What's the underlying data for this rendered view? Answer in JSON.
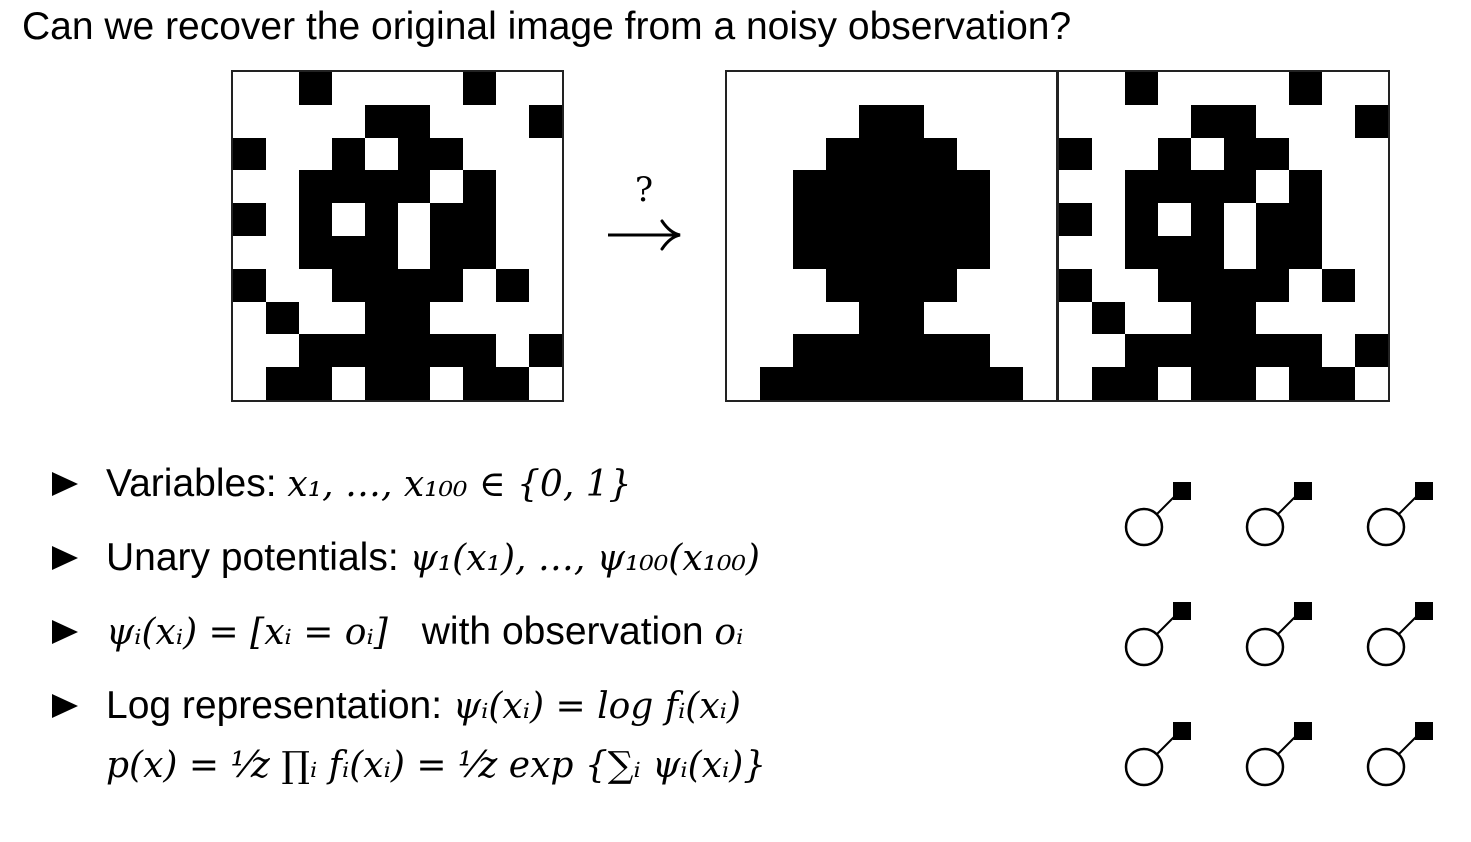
{
  "slide": {
    "title": "Can we recover the original image from a noisy observation?",
    "arrow_label": "?"
  },
  "images": {
    "grid_size": 10,
    "noisy": [
      [
        0,
        0,
        1,
        0,
        0,
        0,
        0,
        1,
        0,
        0
      ],
      [
        0,
        0,
        0,
        0,
        1,
        1,
        0,
        0,
        0,
        1
      ],
      [
        1,
        0,
        0,
        1,
        0,
        1,
        1,
        0,
        0,
        0
      ],
      [
        0,
        0,
        1,
        1,
        1,
        1,
        0,
        1,
        0,
        0
      ],
      [
        1,
        0,
        1,
        0,
        1,
        0,
        1,
        1,
        0,
        0
      ],
      [
        0,
        0,
        1,
        1,
        1,
        0,
        1,
        1,
        0,
        0
      ],
      [
        1,
        0,
        0,
        1,
        1,
        1,
        1,
        0,
        1,
        0
      ],
      [
        0,
        1,
        0,
        0,
        1,
        1,
        0,
        0,
        0,
        0
      ],
      [
        0,
        0,
        1,
        1,
        1,
        1,
        1,
        1,
        0,
        1
      ],
      [
        0,
        1,
        1,
        0,
        1,
        1,
        0,
        1,
        1,
        0
      ]
    ],
    "clean": [
      [
        0,
        0,
        0,
        0,
        0,
        0,
        0,
        0,
        0,
        0
      ],
      [
        0,
        0,
        0,
        0,
        1,
        1,
        0,
        0,
        0,
        0
      ],
      [
        0,
        0,
        0,
        1,
        1,
        1,
        1,
        0,
        0,
        0
      ],
      [
        0,
        0,
        1,
        1,
        1,
        1,
        1,
        1,
        0,
        0
      ],
      [
        0,
        0,
        1,
        1,
        1,
        1,
        1,
        1,
        0,
        0
      ],
      [
        0,
        0,
        1,
        1,
        1,
        1,
        1,
        1,
        0,
        0
      ],
      [
        0,
        0,
        0,
        1,
        1,
        1,
        1,
        0,
        0,
        0
      ],
      [
        0,
        0,
        0,
        0,
        1,
        1,
        0,
        0,
        0,
        0
      ],
      [
        0,
        0,
        1,
        1,
        1,
        1,
        1,
        1,
        0,
        0
      ],
      [
        0,
        1,
        1,
        1,
        1,
        1,
        1,
        1,
        1,
        0
      ]
    ],
    "denoised": [
      [
        0,
        0,
        1,
        0,
        0,
        0,
        0,
        1,
        0,
        0
      ],
      [
        0,
        0,
        0,
        0,
        1,
        1,
        0,
        0,
        0,
        1
      ],
      [
        1,
        0,
        0,
        1,
        0,
        1,
        1,
        0,
        0,
        0
      ],
      [
        0,
        0,
        1,
        1,
        1,
        1,
        0,
        1,
        0,
        0
      ],
      [
        1,
        0,
        1,
        0,
        1,
        0,
        1,
        1,
        0,
        0
      ],
      [
        0,
        0,
        1,
        1,
        1,
        0,
        1,
        1,
        0,
        0
      ],
      [
        1,
        0,
        0,
        1,
        1,
        1,
        1,
        0,
        1,
        0
      ],
      [
        0,
        1,
        0,
        0,
        1,
        1,
        0,
        0,
        0,
        0
      ],
      [
        0,
        0,
        1,
        1,
        1,
        1,
        1,
        1,
        0,
        1
      ],
      [
        0,
        1,
        1,
        0,
        1,
        1,
        0,
        1,
        1,
        0
      ]
    ]
  },
  "bullets": [
    {
      "text": "Variables: ",
      "math": "x₁, …, x₁₀₀ ∈ {0, 1}"
    },
    {
      "text": "Unary potentials: ",
      "math": "ψ₁(x₁), …, ψ₁₀₀(x₁₀₀)"
    },
    {
      "math_lead": "ψᵢ(xᵢ) = [xᵢ = oᵢ]",
      "text": "with observation ",
      "math": "oᵢ"
    },
    {
      "text": "Log representation: ",
      "math": "ψᵢ(xᵢ) = log fᵢ(xᵢ)"
    }
  ],
  "equation": "p(x) = ¹⁄z ∏ᵢ fᵢ(xᵢ) = ¹⁄z exp {∑ᵢ ψᵢ(xᵢ)}",
  "factor_graph": {
    "rows": 3,
    "cols": 3
  }
}
